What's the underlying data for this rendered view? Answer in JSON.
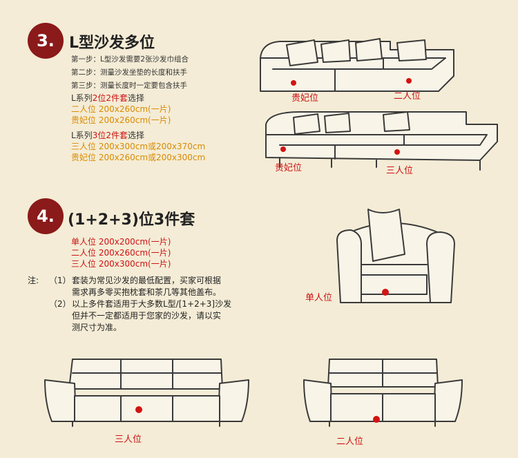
{
  "section3": {
    "number": "3.",
    "title": "L型沙发多位",
    "steps": [
      "第一步：L型沙发需要2张沙发巾组合",
      "第二步：测量沙发坐垫的长度和扶手",
      "第三步：测量长度时一定要包含扶手"
    ],
    "series2": {
      "prefix": "L系列",
      "highlight": "2位2件套",
      "suffix": "选择",
      "items": [
        "二人位 200x260cm(一片)",
        "贵妃位 200x260cm(一片)"
      ]
    },
    "series3": {
      "prefix": "L系列",
      "highlight": "3位2件套",
      "suffix": "选择",
      "items": [
        "三人位 200x300cm或200x370cm",
        "贵妃位 200x260cm或200x300cm"
      ]
    },
    "sofa1_labels": {
      "chaise": "贵妃位",
      "two_seat": "二人位"
    },
    "sofa2_labels": {
      "chaise": "贵妃位",
      "three_seat": "三人位"
    }
  },
  "section4": {
    "number": "4.",
    "title": "(1+2+3)位3件套",
    "items": [
      "单人位 200x200cm(一片)",
      "二人位 200x260cm(一片)",
      "三人位 200x300cm(一片)"
    ],
    "notes": {
      "label": "注:",
      "note1_marker": "（1）",
      "note1_lines": [
        "套装为常见沙发的最低配置，买家可根据",
        "需求再多零买抱枕套和茶几等其他盖布。"
      ],
      "note2_marker": "（2）",
      "note2_lines": [
        "以上多件套适用于大多数L型/[1+2+3]沙发",
        "但并不一定都适用于您家的沙发，请以实",
        "测尺寸为准。"
      ]
    },
    "armchair_label": "单人位",
    "three_seat_label": "三人位",
    "two_seat_label": "二人位"
  },
  "colors": {
    "badge": "#8b1a1a",
    "highlight_red": "#cc1111",
    "size_orange": "#d98a00",
    "background": "#f4ecd6"
  }
}
